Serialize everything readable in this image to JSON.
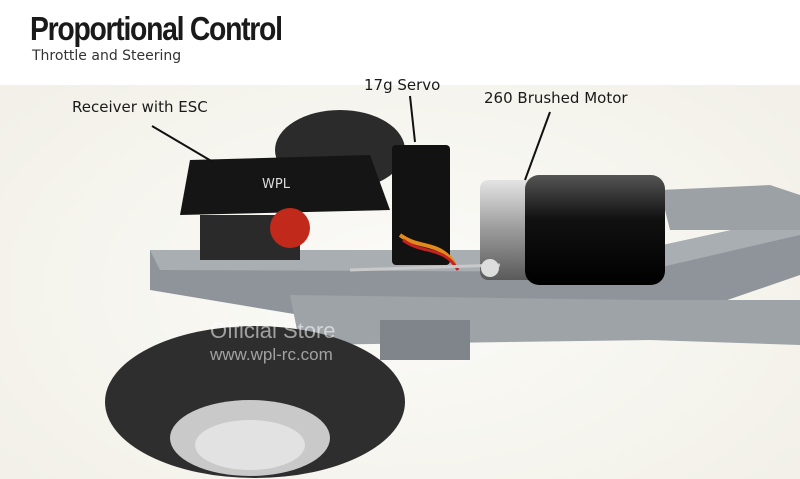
{
  "header": {
    "title": "Proportional Control",
    "subtitle": "Throttle and Steering"
  },
  "callouts": {
    "receiver": "Receiver with ESC",
    "servo": "17g Servo",
    "motor": "260 Brushed Motor"
  },
  "board_logo": "WPL",
  "watermark": {
    "line1": "Official Store",
    "line2": "www.wpl-rc.com"
  }
}
